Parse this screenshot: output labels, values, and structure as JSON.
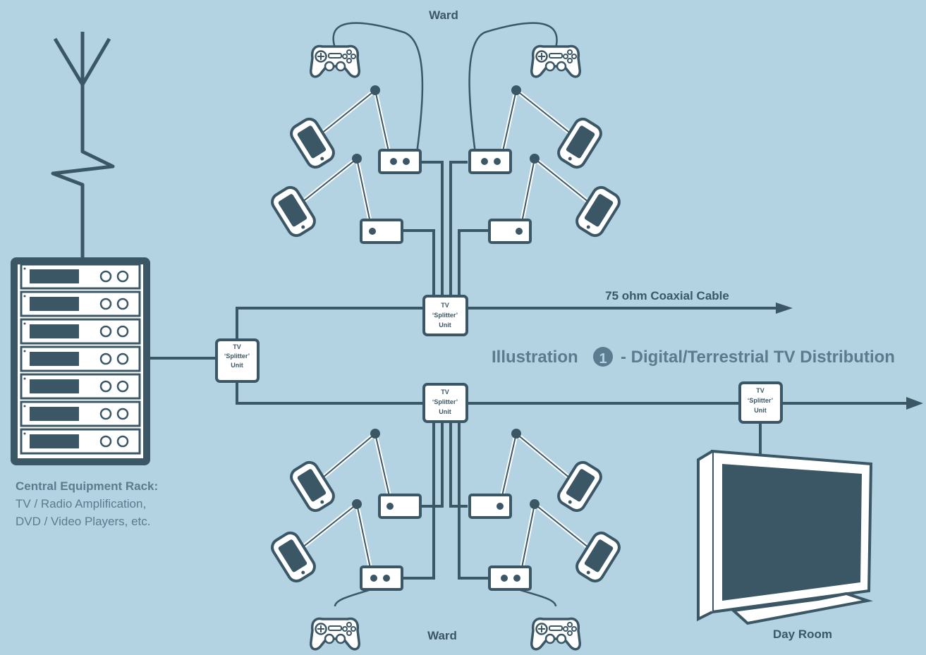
{
  "colors": {
    "background": "#b3d3e3",
    "stroke": "#3b5766",
    "screen": "#3b5766",
    "device_fill": "#ffffff",
    "title_text": "#5b7b8e",
    "caption_text": "#5b7b8e"
  },
  "labels": {
    "ward_top": "Ward",
    "ward_bottom": "Ward",
    "day_room": "Day Room",
    "coax": "75 ohm Coaxial Cable",
    "rack_title": "Central Equipment Rack:",
    "rack_line1": "TV / Radio Amplification,",
    "rack_line2": "DVD / Video Players, etc.",
    "illustration_prefix": "Illustration",
    "illustration_number": "1",
    "illustration_suffix": "- Digital/Terrestrial TV Distribution",
    "splitter_line1": "TV",
    "splitter_line2": "‘Splitter’",
    "splitter_line3": "Unit"
  },
  "icons": [
    "antenna-icon",
    "equipment-rack-icon",
    "splitter-unit-icon",
    "bedside-tv-arm-icon",
    "wall-socket-icon",
    "game-controller-icon",
    "television-icon",
    "arrow-right-icon"
  ]
}
